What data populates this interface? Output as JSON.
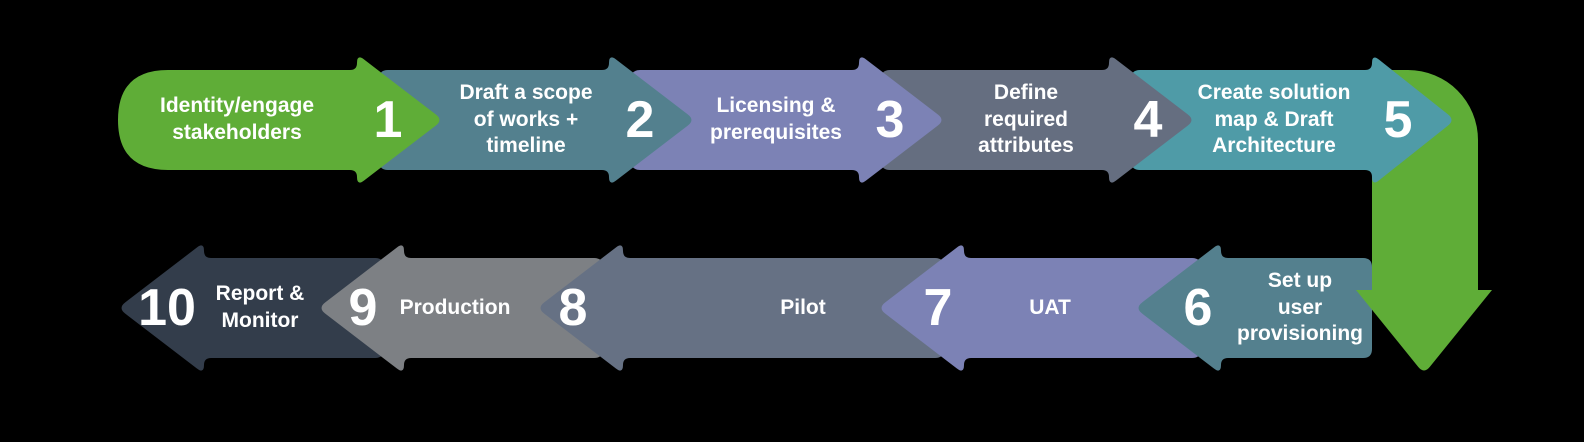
{
  "diagram": {
    "type": "process-flow",
    "background_color": "#000000",
    "text_color": "#FFFFFF"
  },
  "steps": [
    {
      "number": "1",
      "label": "Identity/engage\nstakeholders",
      "color": "#5FAD37"
    },
    {
      "number": "2",
      "label": "Draft a scope\nof works +\ntimeline",
      "color": "#53808E"
    },
    {
      "number": "3",
      "label": "Licensing &\nprerequisites",
      "color": "#7C82B5"
    },
    {
      "number": "4",
      "label": "Define\nrequired\nattributes",
      "color": "#656E80"
    },
    {
      "number": "5",
      "label": "Create solution\nmap & Draft\nArchitecture",
      "color": "#4F9BA7"
    },
    {
      "number": "6",
      "label": "Set up\nuser\nprovisioning",
      "color": "#54808E"
    },
    {
      "number": "7",
      "label": "UAT",
      "color": "#7C82B5"
    },
    {
      "number": "8",
      "label": "Pilot",
      "color": "#667184"
    },
    {
      "number": "9",
      "label": "Production",
      "color": "#7D8084"
    },
    {
      "number": "10",
      "label": "Report &\nMonitor",
      "color": "#333D4B"
    }
  ],
  "connector": {
    "description": "green u-turn arrow pointing down from step 5 to step 6",
    "color": "#5FAD37",
    "direction": "down"
  }
}
